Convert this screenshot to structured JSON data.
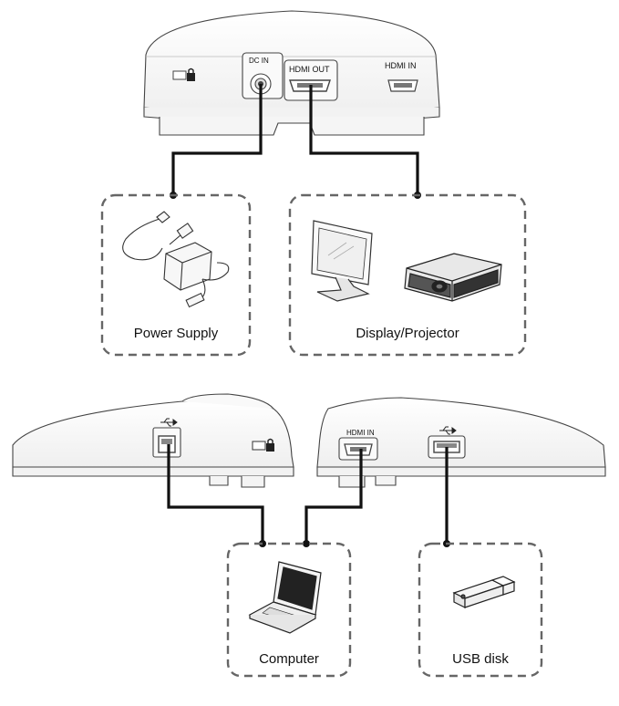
{
  "ports": {
    "dc_in": "DC IN",
    "hdmi_out": "HDMI OUT",
    "hdmi_in_top": "HDMI IN",
    "hdmi_in_bottom": "HDMI IN"
  },
  "devices": {
    "power_supply": "Power Supply",
    "display_projector": "Display/Projector",
    "computer": "Computer",
    "usb_disk": "USB disk"
  },
  "colors": {
    "line": "#111111",
    "dashed_box": "#666666",
    "device_outline": "#333333",
    "device_fill": "#f7f7f7"
  },
  "icons": [
    "lock-icon",
    "usb-icon",
    "hdmi-port-icon",
    "dc-jack-icon"
  ]
}
